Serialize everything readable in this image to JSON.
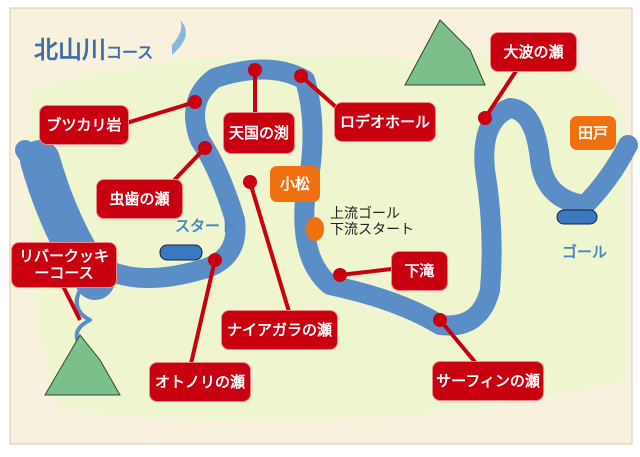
{
  "title": {
    "main": "北山川",
    "sub": "コース"
  },
  "spots": {
    "butsukari": "ブツカリ岩",
    "tengoku": "天国の渕",
    "rodeo": "ロデオホール",
    "mushiba": "虫歯の瀬",
    "ohnami": "大波の瀬",
    "shimotaki": "下滝",
    "niagara": "ナイアガラの瀬",
    "otonori": "オトノリの瀬",
    "surfin": "サーフィンの瀬",
    "rivercookie": "リバークッキーコース"
  },
  "places": {
    "tado": "田戸",
    "komatsu": "小松"
  },
  "markers": {
    "start": "スタート",
    "goal": "ゴール",
    "mid_line1": "上流ゴール",
    "mid_line2": "下流スタート"
  },
  "colors": {
    "river": "#5b8dc6",
    "spot": "#c8000f",
    "place": "#f07010",
    "land": "#eef5cf",
    "paper": "#f8f1de"
  }
}
